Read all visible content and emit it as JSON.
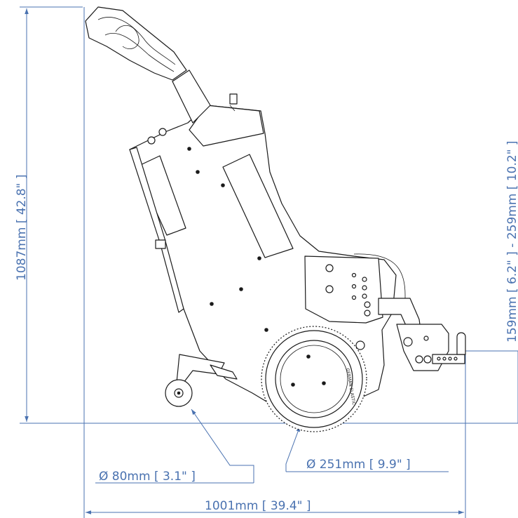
{
  "dimensions": {
    "overall_height": "1087mm [ 42.8\" ]",
    "handle_height": "159mm [ 6.2\" ] - 259mm [ 10.2\" ]",
    "small_wheel": "Ø 80mm [ 3.1\" ]",
    "drive_wheel": "Ø 251mm [ 9.9\" ]",
    "overall_length": "1001mm [ 39.4\" ]"
  },
  "wheel_text": "GERMAN ELASTIC",
  "colors": {
    "dimension": "#4a72b0",
    "outline": "#1a1a1a",
    "background": "#ffffff"
  }
}
